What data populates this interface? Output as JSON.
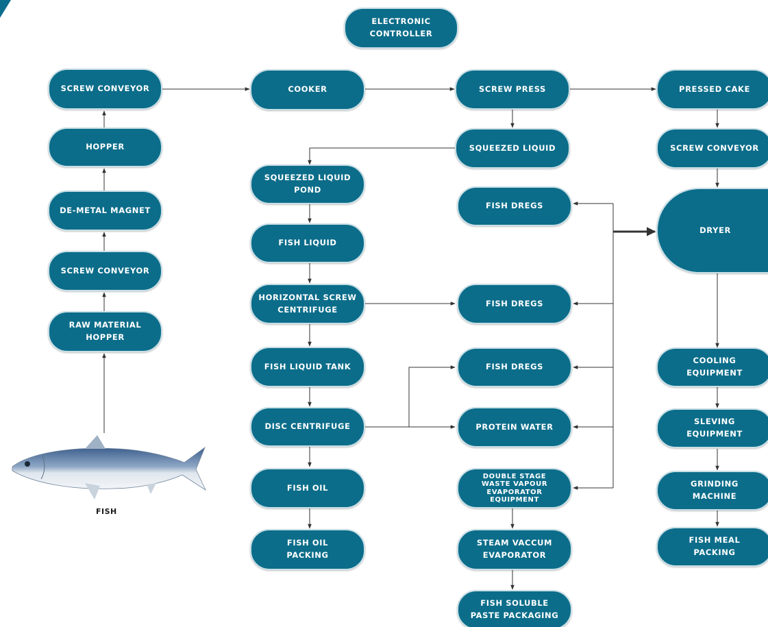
{
  "nodes": {
    "electronic_controller": "ELECTRONIC\nCONTROLLER",
    "screw_conveyor_top": "SCREW CONVEYOR",
    "hopper": "HOPPER",
    "de_metal_magnet": "DE-METAL MAGNET",
    "screw_conveyor_low": "SCREW CONVEYOR",
    "raw_material_hopper": "RAW MATERIAL\nHOPPER",
    "cooker": "COOKER",
    "screw_press": "SCREW PRESS",
    "squeezed_liquid": "SQUEEZED LIQUID",
    "squeezed_liquid_pond": "SQUEEZED LIQUID\nPOND",
    "fish_liquid": "FISH LIQUID",
    "horizontal_screw_centrifuge": "HORIZONTAL SCREW\nCENTRIFUGE",
    "fish_liquid_tank": "FISH LIQUID TANK",
    "disc_centrifuge": "DISC CENTRIFUGE",
    "fish_oil": "FISH OIL",
    "fish_oil_packing": "FISH OIL\nPACKING",
    "fish_dregs_1": "FISH DREGS",
    "fish_dregs_2": "FISH DREGS",
    "fish_dregs_3": "FISH DREGS",
    "protein_water": "PROTEIN WATER",
    "double_stage_evaporator": "DOUBLE STAGE\nWASTE VAPOUR\nEVAPORATOR\nEQUIPMENT",
    "steam_vaccum_evaporator": "STEAM VACCUM\nEVAPORATOR",
    "fish_soluble_paste": "FISH SOLUBLE\nPASTE PACKAGING",
    "pressed_cake": "PRESSED CAKE",
    "screw_conveyor_right": "SCREW CONVEYOR",
    "dryer": "DRYER",
    "cooling_equipment": "COOLING\nEQUIPMENT",
    "sleving_equipment": "SLEVING\nEQUIPMENT",
    "grinding_machine": "GRINDING\nMACHINE",
    "fish_meal_packing": "FISH MEAL\nPACKING"
  },
  "fish_label": "FISH",
  "colors": {
    "node_fill": "#0b6d8a",
    "node_border": "#c9dfe6",
    "arrow": "#333333",
    "fish_body": "#7d95b3"
  },
  "icons": [
    "fish-image-icon",
    "corner-accent-icon"
  ]
}
